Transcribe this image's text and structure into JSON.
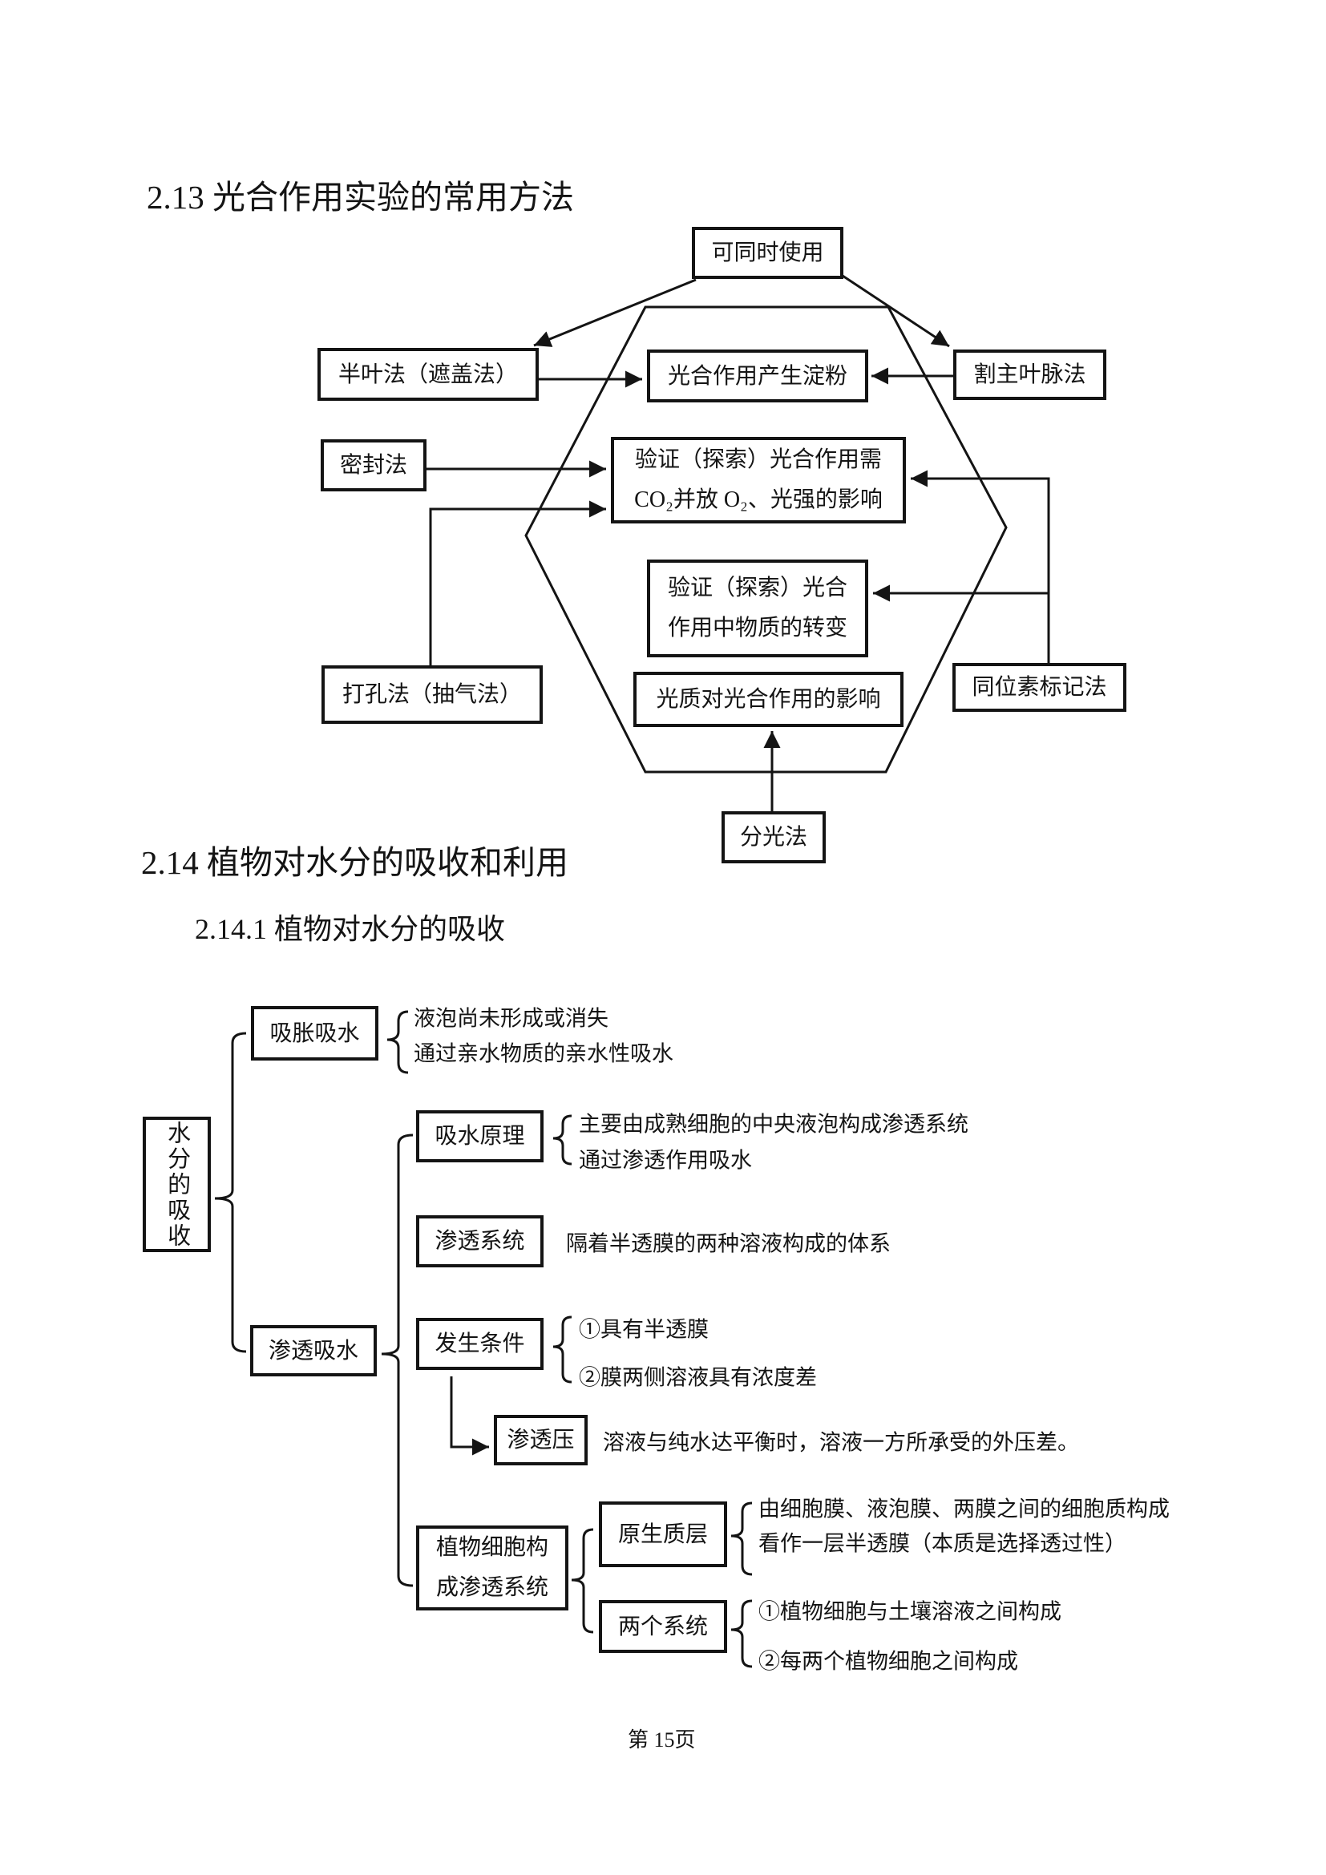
{
  "page": {
    "footer": "第 15页",
    "colors": {
      "ink": "#141414",
      "paper": "#ffffff"
    }
  },
  "headings": {
    "h213": "2.13 光合作用实验的常用方法",
    "h214": "2.14 植物对水分的吸收和利用",
    "h2141": "2.14.1 植物对水分的吸收"
  },
  "methods": {
    "same_time": "可同时使用",
    "half_leaf": "半叶法（遮盖法）",
    "seal": "密封法",
    "punch": "打孔法（抽气法）",
    "cut_vein": "割主叶脉法",
    "isotope": "同位素标记法",
    "spectro": "分光法",
    "starch": "光合作用产生淀粉",
    "co2_l1": "验证（探索）光合作用需",
    "co2_l2": "CO₂并放 O₂、光强的影响",
    "trans_l1": "验证（探索）光合",
    "trans_l2": "作用中物质的转变",
    "light_quality": "光质对光合作用的影响"
  },
  "water": {
    "root": "水分的吸收",
    "imbibition": "吸胀吸水",
    "imbibition_n1": "液泡尚未形成或消失",
    "imbibition_n2": "通过亲水物质的亲水性吸水",
    "osmosis": "渗透吸水",
    "principle": "吸水原理",
    "principle_n1": "主要由成熟细胞的中央液泡构成渗透系统",
    "principle_n2": "通过渗透作用吸水",
    "system": "渗透系统",
    "system_n": "隔着半透膜的两种溶液构成的体系",
    "condition": "发生条件",
    "condition_n1": "①具有半透膜",
    "condition_n2": "②膜两侧溶液具有浓度差",
    "pressure": "渗透压",
    "pressure_n": "溶液与纯水达平衡时，溶液一方所承受的外压差。",
    "cell_l1": "植物细胞构",
    "cell_l2": "成渗透系统",
    "plasma": "原生质层",
    "plasma_n1": "由细胞膜、液泡膜、两膜之间的细胞质构成",
    "plasma_n2": "看作一层半透膜（本质是选择透过性）",
    "two_sys": "两个系统",
    "two_sys_n1": "①植物细胞与土壤溶液之间构成",
    "two_sys_n2": "②每两个植物细胞之间构成"
  }
}
